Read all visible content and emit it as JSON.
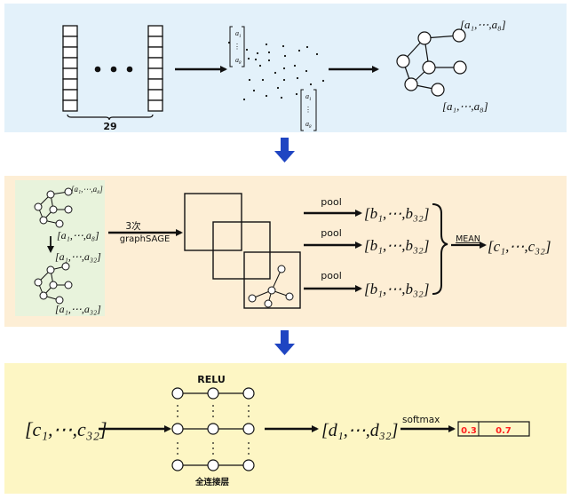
{
  "colors": {
    "panel1_bg": "#e3f1fa",
    "panel2_bg": "#fdeed5",
    "panel2_inner_bg": "#e8f3dc",
    "panel3_bg": "#fdf6c4",
    "arrow_blue": "#1f45c2",
    "stroke": "#111111",
    "prob_text": "#ff2020"
  },
  "panel1": {
    "brace_count_label": "29",
    "vector_top": "a",
    "vector_top_sub": "1",
    "vector_dots": "⋮",
    "vector_bottom": "a",
    "vector_bottom_sub": "8",
    "graph_feature_top": "[a₁,⋯,a₈]",
    "graph_feature_bottom": "[a₁,⋯,a₈]"
  },
  "panel2": {
    "graph_feature_top": "[a₁,⋯,a₈]",
    "graph_feature_mid": "[a₁,⋯,a₈]",
    "graph_feature_after": "[a₁,⋯,a₃₂]",
    "graph_feature_bottom": "[a₁,⋯,a₃₂]",
    "arrow_label_top": "3次",
    "arrow_label_bottom": "graphSAGE",
    "pool_label": "pool",
    "pool_outputs": [
      "[b₁,⋯,b₃₂]",
      "[b₁,⋯,b₃₂]",
      "[b₁,⋯,b₃₂]"
    ],
    "mean_label": "MEAN",
    "mean_output": "[c₁,⋯,c₃₂]"
  },
  "panel3": {
    "input_vector": "[c₁,⋯,c₃₂]",
    "activation_label": "RELU",
    "layer_label": "全连接层",
    "output_vector": "[d₁,⋯,d₃₂]",
    "softmax_label": "softmax",
    "probabilities": [
      "0.3",
      "0.7"
    ]
  }
}
